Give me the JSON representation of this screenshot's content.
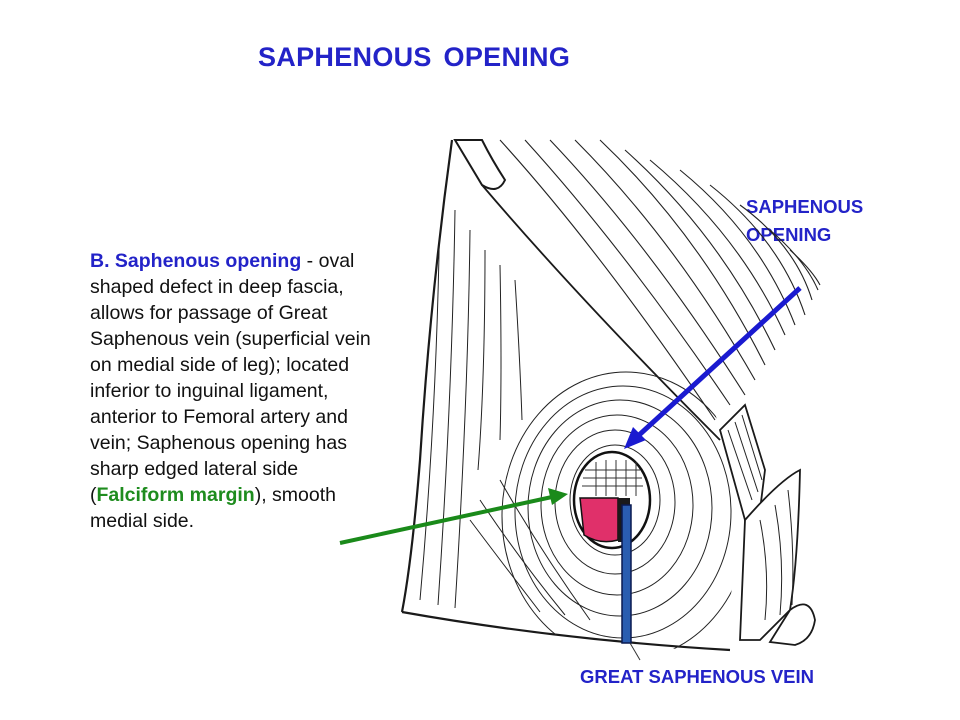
{
  "title": "SAPHENOUS OPENING",
  "description": {
    "lead": "B. Saphenous opening",
    "part1": " - oval shaped defect in deep fascia, allows for passage of Great Saphenous vein (superficial vein on medial side of leg); located inferior to inguinal ligament, anterior to Femoral artery and vein; Saphenous opening has sharp edged lateral side (",
    "falciform": "Falciform margin",
    "part2": "), smooth medial side."
  },
  "labels": {
    "opening_line1": "SAPHENOUS",
    "opening_line2": "OPENING",
    "vein": "GREAT SAPHENOUS VEIN"
  },
  "colors": {
    "title_blue": "#2323c8",
    "falciform_green": "#1e8c1e",
    "vein_blue": "#2a5db0",
    "vessel_pink": "#e0306a",
    "arrow_blue": "#1a1ad0",
    "arrow_green": "#1a8a1a"
  }
}
